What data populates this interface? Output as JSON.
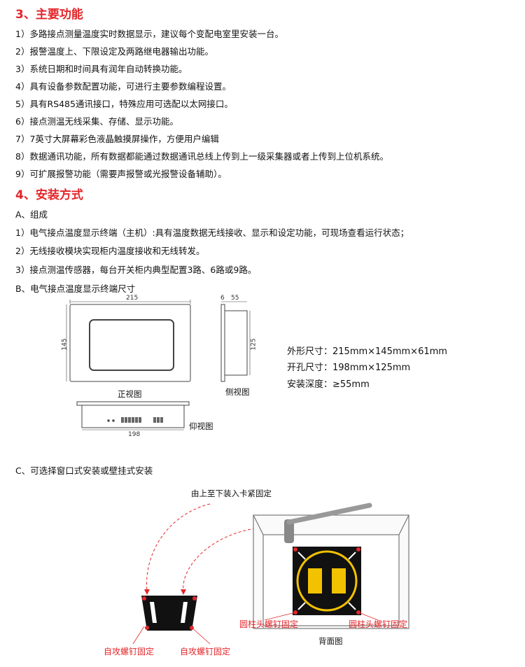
{
  "section3": {
    "title": "3、主要功能",
    "items": [
      "1）多路接点测量温度实时数据显示，建议每个变配电室里安装一台。",
      "2）报警温度上、下限设定及两路继电器输出功能。",
      "3）系统日期和时间具有润年自动转换功能。",
      "4）具有设备参数配置功能，可进行主要参数编程设置。",
      "5）具有RS485通讯接口，特殊应用可选配以太网接口。",
      "6）接点测温无线采集、存储、显示功能。",
      "7）7英寸大屏幕彩色液晶触摸屏操作，方便用户编辑",
      "8）数据通讯功能，所有数据都能通过数据通讯总线上传到上一级采集器或者上传到上位机系统。",
      "9）可扩展报警功能（需要声报警或光报警设备辅助）。"
    ]
  },
  "section4": {
    "title": "4、安装方式",
    "sub_a": "A、组成",
    "items": [
      "1）电气接点温度显示终端（主机）:具有温度数据无线接收、显示和设定功能，可现场查看运行状态；",
      "2）无线接收模块实现柜内温度接收和无线转发。",
      "3）接点测温传感器，每台开关柜内典型配置3路、6路或9路。"
    ],
    "sub_b": "B、电气接点温度显示终端尺寸",
    "sub_c": "C、可选择窗口式安装或壁挂式安装"
  },
  "drawing": {
    "front_width": "215",
    "front_height": "145",
    "front_label": "正视图",
    "side_dim_a": "6",
    "side_dim_b": "55",
    "side_height": "125",
    "side_label": "侧视图",
    "bottom_width": "198",
    "bottom_label": "仰视图"
  },
  "specs": [
    "外形尺寸：215mm×145mm×61mm",
    "开孔尺寸：198mm×125mm",
    "安装深度：≥55mm"
  ],
  "install": {
    "top_caption": "由上至下装入卡紧固定",
    "screw_left_a": "圆柱头螺钉固定",
    "screw_left_b": "圆柱头螺钉固定",
    "back_label": "背面图",
    "self_tap_a": "自攻螺钉固定",
    "self_tap_b": "自攻螺钉固定"
  },
  "colors": {
    "accent": "#e3262a",
    "bracket_yellow": "#f2c200"
  }
}
